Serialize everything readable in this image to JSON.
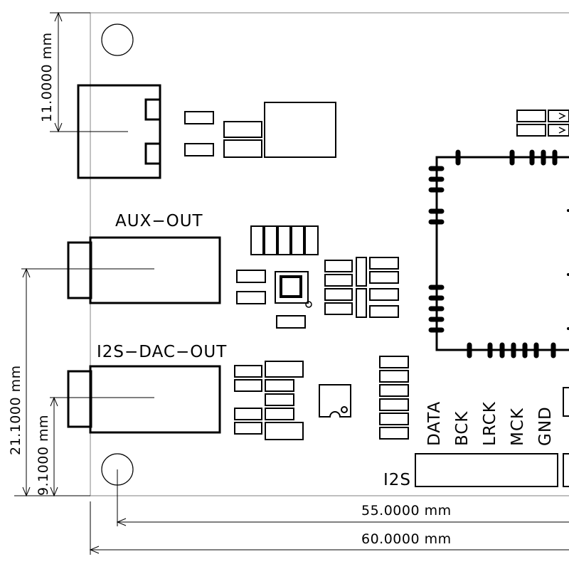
{
  "labels": {
    "aux_out": "AUX−OUT",
    "i2s_dac_out": "I2S−DAC−OUT",
    "i2s": "I2S"
  },
  "pins": [
    "DATA",
    "BCK",
    "LRCK",
    "MCK",
    "GND"
  ],
  "dimensions": {
    "top_jack": "11.0000 mm",
    "aux_span": "21.1000 mm",
    "dac_span": "9.1000 mm",
    "holes": "55.0000 mm",
    "board_width": "60.0000 mm"
  },
  "colors": {
    "ink": "#000000",
    "outline": "#999999",
    "background": "#ffffff"
  }
}
